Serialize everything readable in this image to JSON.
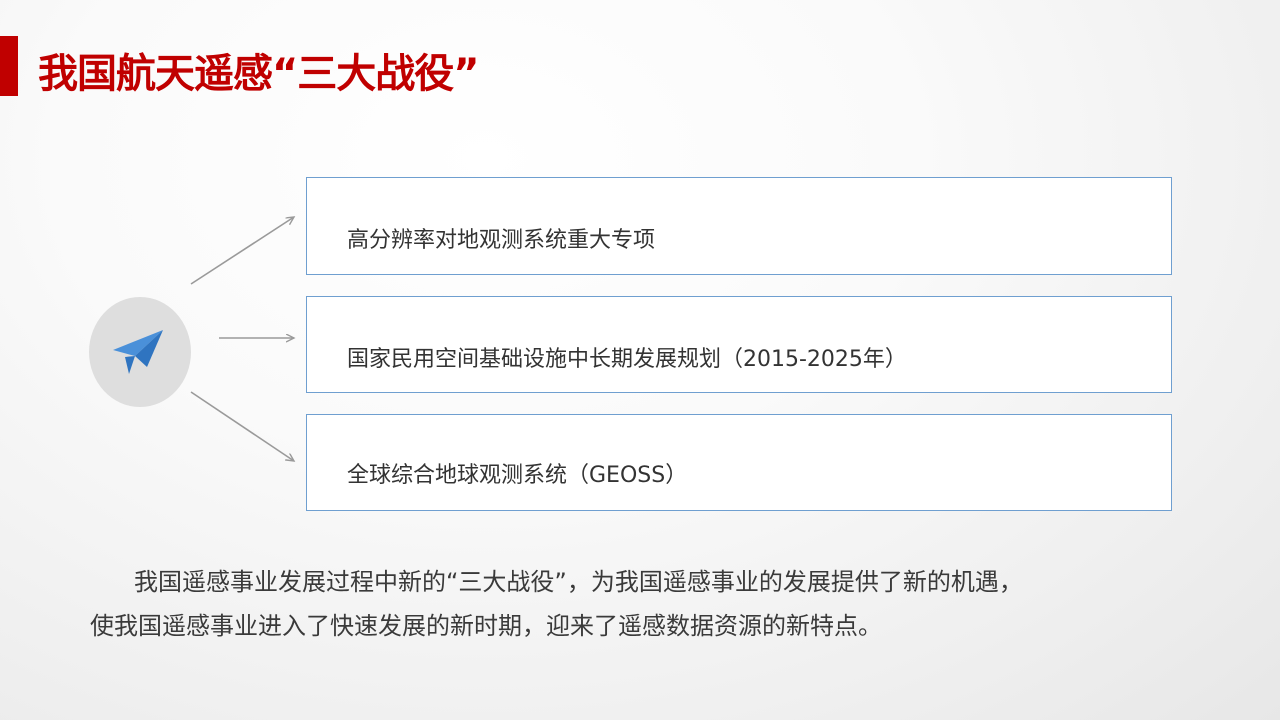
{
  "slide": {
    "title": "我国航天遥感“三大战役”",
    "accent_color": "#c00000",
    "icon": "paper-plane-icon",
    "items": [
      {
        "label": "高分辨率对地观测系统重大专项"
      },
      {
        "label": "国家民用空间基础设施中长期发展规划（2015-2025年）"
      },
      {
        "label": "全球综合地球观测系统（GEOSS）"
      }
    ],
    "paragraph": {
      "line1": "我国遥感事业发展过程中新的“三大战役”，为我国遥感事业的发展提供了新的机遇，",
      "line2": "使我国遥感事业进入了快速发展的新时期，迎来了遥感数据资源的新特点。"
    }
  }
}
